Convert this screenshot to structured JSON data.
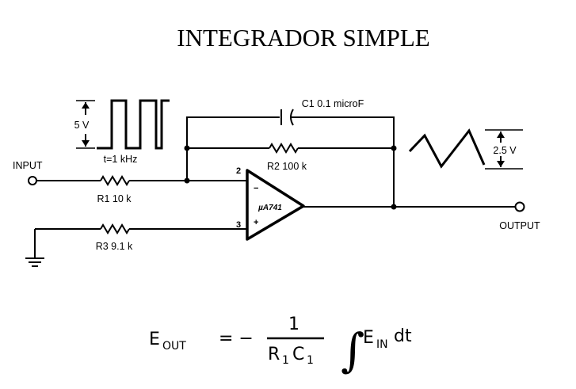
{
  "title": "INTEGRADOR SIMPLE",
  "labels": {
    "input": "INPUT",
    "output": "OUTPUT",
    "input_amplitude": "5 V",
    "input_frequency": "t=1 kHz",
    "output_amplitude": "2.5 V"
  },
  "components": {
    "c1": "C1 0.1 microF",
    "r1": "R1 10 k",
    "r2": "R2 100 k",
    "r3": "R3 9.1 k",
    "opamp": "µA741",
    "pin_inverting": "2",
    "pin_noninverting": "3",
    "minus": "−",
    "plus": "+"
  },
  "formula": {
    "lhs": "E",
    "lhs_sub": "OUT",
    "equals": "= −",
    "numerator": "1",
    "den_r": "R",
    "den_r_sub": "1",
    "den_c": "C",
    "den_c_sub": "1",
    "integral": "∫",
    "integrand": "E",
    "integrand_sub": "IN",
    "differential": "dt"
  }
}
